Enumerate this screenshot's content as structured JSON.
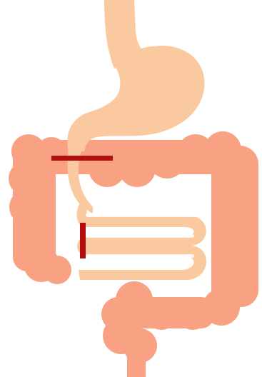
{
  "diagram": {
    "subject": "digestive-tract",
    "organs": [
      {
        "id": "esophagus",
        "color": "#FBC9A0"
      },
      {
        "id": "stomach",
        "color": "#FBC9A0"
      },
      {
        "id": "small-intestine",
        "color": "#FBC9A0"
      },
      {
        "id": "large-intestine",
        "color": "#F9A283"
      },
      {
        "id": "rectum",
        "color": "#F9A283"
      }
    ],
    "markers": [
      {
        "id": "marker-horizontal",
        "orientation": "horizontal",
        "color": "#B30F0F"
      },
      {
        "id": "marker-vertical",
        "orientation": "vertical",
        "color": "#B30F0F"
      }
    ],
    "background": "#FFFFFF"
  }
}
